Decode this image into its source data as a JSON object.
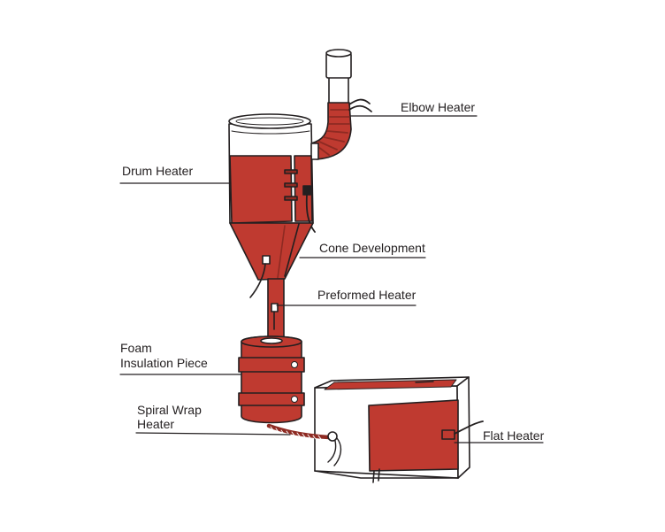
{
  "colors": {
    "heater_red": "#bf3a30",
    "heater_dark": "#8e2a22",
    "outline": "#231f20",
    "vessel_fill": "#ffffff",
    "cable": "#231f20"
  },
  "labels": {
    "elbow_heater": "Elbow Heater",
    "drum_heater": "Drum Heater",
    "cone_development": "Cone Development",
    "preformed_heater": "Preformed Heater",
    "foam_insulation_line1": "Foam",
    "foam_insulation_line2": "Insulation Piece",
    "spiral_wrap_line1": "Spiral Wrap",
    "spiral_wrap_line2": "Heater",
    "flat_heater": "Flat Heater"
  }
}
